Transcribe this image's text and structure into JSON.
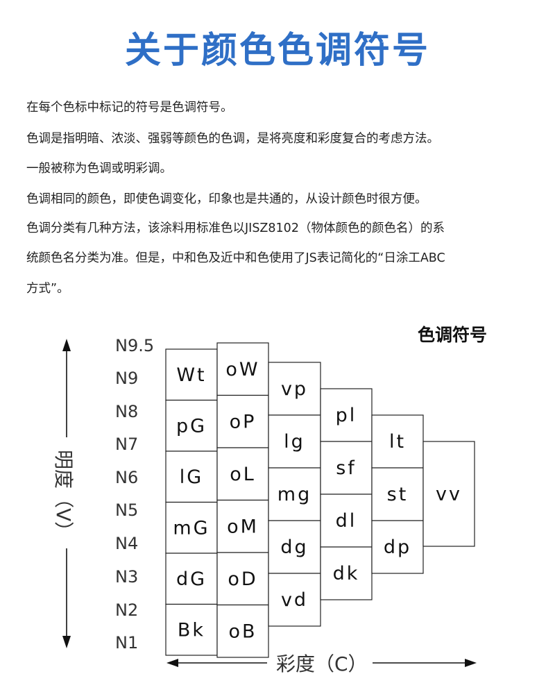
{
  "header": {
    "title": "关于颜色色调符号"
  },
  "intro": {
    "lines": [
      "在每个色标中标记的符号是色调符号。",
      "色调是指明暗、浓淡、强弱等颜色的色调，是将亮度和彩度复合的考虑方法。",
      "一般被称为色调或明彩调。",
      "色调相同的颜色，即使色调变化，印象也是共通的，从设计颜色时很方便。",
      "色调分类有几种方法，该涂料用标准色以JISZ8102（物体颜色的颜色名）的系",
      "统颜色名分类为准。但是，中和色及近中和色使用了JS表记简化的“日涂工ABC",
      "方式”。"
    ]
  },
  "diagram": {
    "title": "色调符号",
    "lightness_axis_label": "明度（V）",
    "chroma_axis_label": "彩度（C）",
    "value_levels": [
      "N9.5",
      "N9",
      "N8",
      "N7",
      "N6",
      "N5",
      "N4",
      "N3",
      "N2",
      "N1"
    ],
    "columns": [
      {
        "tones": [
          "Wt",
          "pG",
          "lG",
          "mG",
          "dG",
          "Bk"
        ]
      },
      {
        "tones": [
          "oW",
          "oP",
          "oL",
          "oM",
          "oD",
          "oB"
        ]
      },
      {
        "tones": [
          "vp",
          "lg",
          "mg",
          "dg",
          "vd"
        ]
      },
      {
        "tones": [
          "pl",
          "sf",
          "dl",
          "dk"
        ]
      },
      {
        "tones": [
          "lt",
          "st",
          "dp"
        ]
      },
      {
        "tones": [
          "vv"
        ]
      }
    ]
  }
}
